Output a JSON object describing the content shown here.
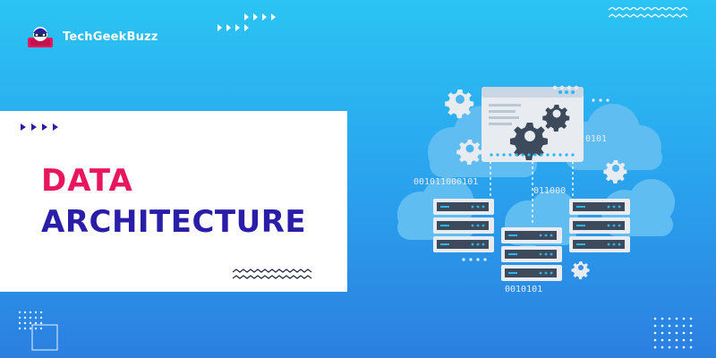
{
  "brand": {
    "name": "TechGeekBuzz"
  },
  "title": {
    "line1": "DATA",
    "line2": "ARCHITECTURE"
  },
  "illustration": {
    "binary_codes": [
      "0101",
      "001011000101",
      "011000",
      "0010101"
    ]
  },
  "colors": {
    "background_top": "#2bc4f3",
    "background_bottom": "#2b7fe0",
    "title_line1": "#e8175d",
    "title_line2": "#2a1ea8",
    "arrows_on_panel": "#2a1ea8",
    "server_dark": "#3c4a5c",
    "server_light": "#e8ecf1",
    "cloud": "#5fbdf2",
    "led": "#2bb7f3"
  },
  "icons": [
    "logo-mascot-icon",
    "gear-icon",
    "server-icon",
    "cloud-icon",
    "arrow-icon",
    "zigzag-decoration"
  ]
}
